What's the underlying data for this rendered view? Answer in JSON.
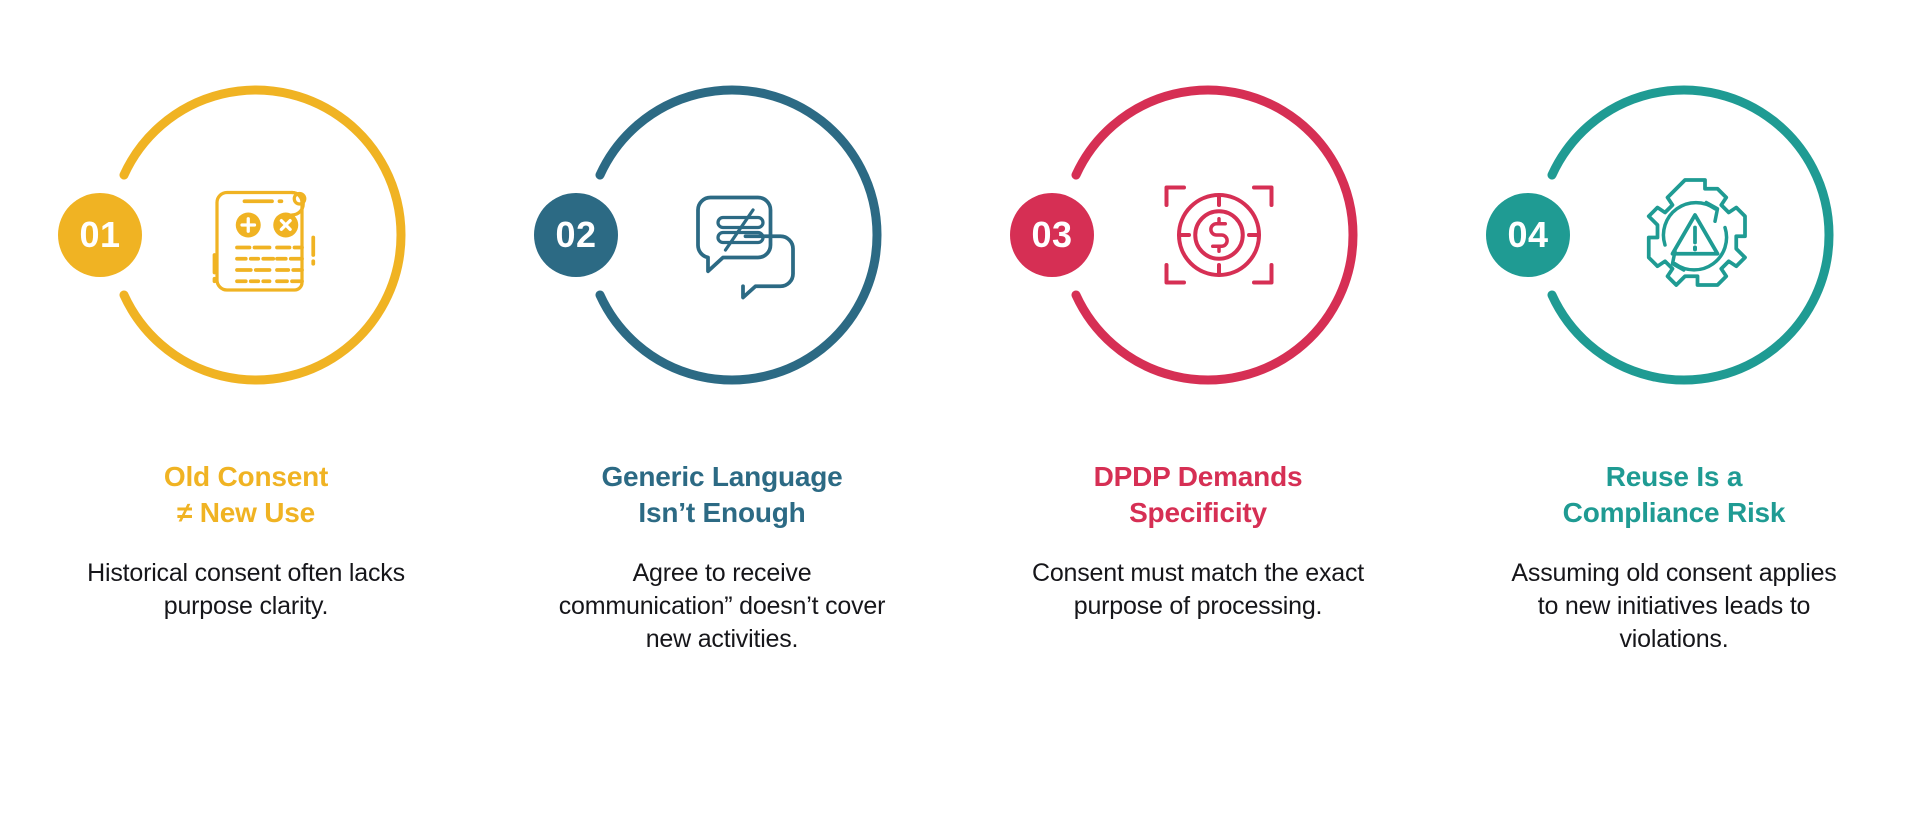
{
  "background": "#ffffff",
  "cards": [
    {
      "number": "01",
      "color": "#f0b323",
      "icon": "document-consent-icon",
      "title": "Old Consent\n≠ New Use",
      "title_line1": "Old Consent",
      "title_line2": "≠ New Use",
      "body": "Historical consent often lacks purpose clarity."
    },
    {
      "number": "02",
      "color": "#2c6a84",
      "icon": "speech-bubbles-not-equal-icon",
      "title": "Generic Language\nIsn’t Enough",
      "title_line1": "Generic Language",
      "title_line2": "Isn’t Enough",
      "body": "Agree to receive communication” doesn’t cover new activities."
    },
    {
      "number": "03",
      "color": "#d62f54",
      "icon": "target-dollar-icon",
      "title": "DPDP Demands\nSpecificity",
      "title_line1": "DPDP Demands",
      "title_line2": "Specificity",
      "body": "Consent must match the exact purpose of processing."
    },
    {
      "number": "04",
      "color": "#1f9b93",
      "icon": "gear-warning-refresh-icon",
      "title": "Reuse Is a\nCompliance Risk",
      "title_line1": "Reuse Is a",
      "title_line2": "Compliance Risk",
      "body": "Assuming old consent applies to new initiatives leads to violations."
    }
  ]
}
